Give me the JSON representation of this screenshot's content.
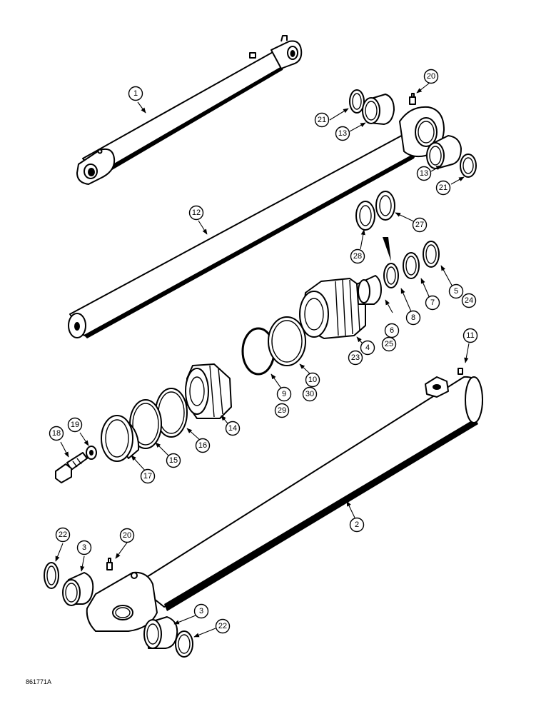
{
  "figure_ref": "861771A",
  "callouts": [
    "1",
    "2",
    "3",
    "3",
    "4",
    "5",
    "6",
    "7",
    "8",
    "9",
    "10",
    "11",
    "12",
    "13",
    "13",
    "14",
    "15",
    "16",
    "17",
    "18",
    "19",
    "20",
    "20",
    "21",
    "21",
    "22",
    "22",
    "23",
    "24",
    "25",
    "27",
    "28",
    "29",
    "30"
  ]
}
